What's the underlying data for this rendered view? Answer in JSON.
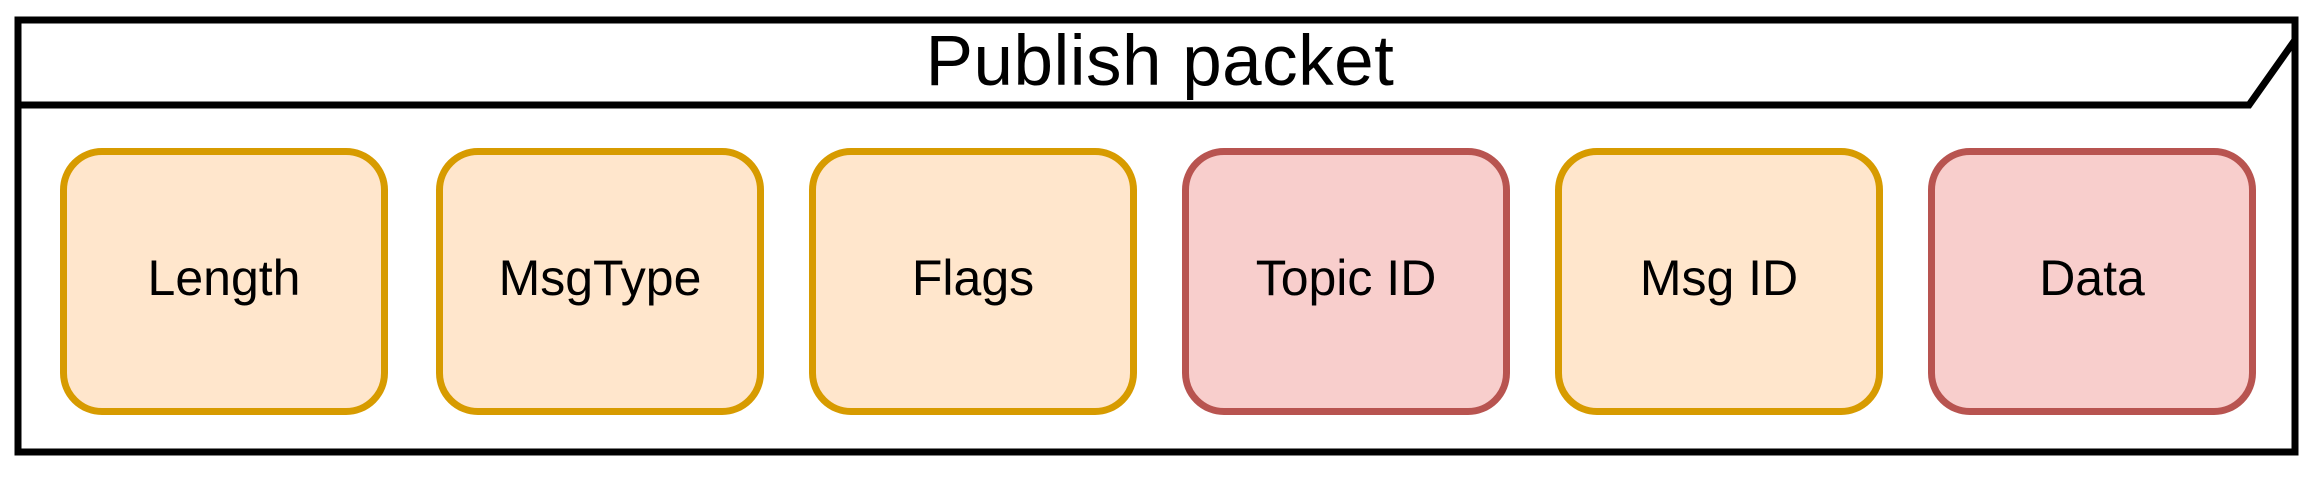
{
  "header": {
    "title": "Publish packet"
  },
  "fields": [
    {
      "label": "Length",
      "palette": "orange"
    },
    {
      "label": "MsgType",
      "palette": "orange"
    },
    {
      "label": "Flags",
      "palette": "orange"
    },
    {
      "label": "Topic ID",
      "palette": "red"
    },
    {
      "label": "Msg ID",
      "palette": "orange"
    },
    {
      "label": "Data",
      "palette": "red"
    }
  ],
  "palette": {
    "orange": {
      "fill": "#FFE6CC",
      "stroke": "#D79B00"
    },
    "red": {
      "fill": "#F8CECC",
      "stroke": "#B85450"
    },
    "frame_stroke": "#000000",
    "text": "#000000"
  }
}
